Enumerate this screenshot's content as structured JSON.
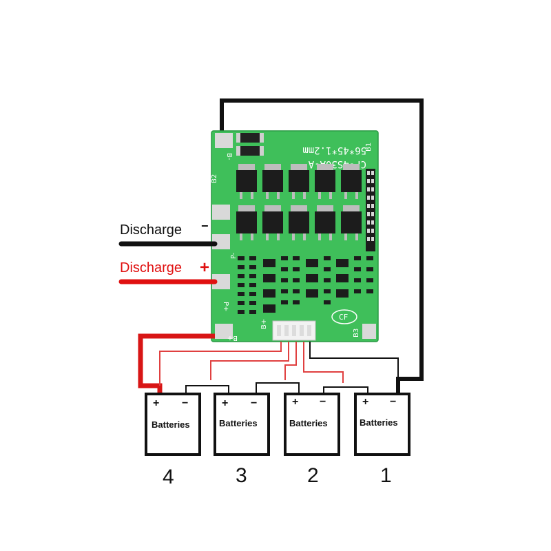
{
  "board": {
    "model": "CF-4S30A-A",
    "dims": "56*45*1.2mm",
    "pads": {
      "b_minus": "B-",
      "b2": "B2",
      "p_minus": "P-",
      "p_plus": "P+",
      "b_plus": "B+",
      "b1": "B1",
      "b3": "B3",
      "bplus_small": "B+"
    },
    "logo": "CF",
    "color": "#3fbf5a"
  },
  "discharge": {
    "negative": {
      "label": "Discharge",
      "sign": "−",
      "color": "#111111"
    },
    "positive": {
      "label": "Discharge",
      "sign": "+",
      "color": "#e01010"
    }
  },
  "batteries": [
    {
      "label": "Batteries",
      "number": "4",
      "plus": "+",
      "minus": "−"
    },
    {
      "label": "Batteries",
      "number": "3",
      "plus": "+",
      "minus": "−"
    },
    {
      "label": "Batteries",
      "number": "2",
      "plus": "+",
      "minus": "−"
    },
    {
      "label": "Batteries",
      "number": "1",
      "plus": "+",
      "minus": "−"
    }
  ],
  "colors": {
    "wire_black": "#111111",
    "wire_red": "#d81515",
    "balance_red": "#e04040"
  }
}
